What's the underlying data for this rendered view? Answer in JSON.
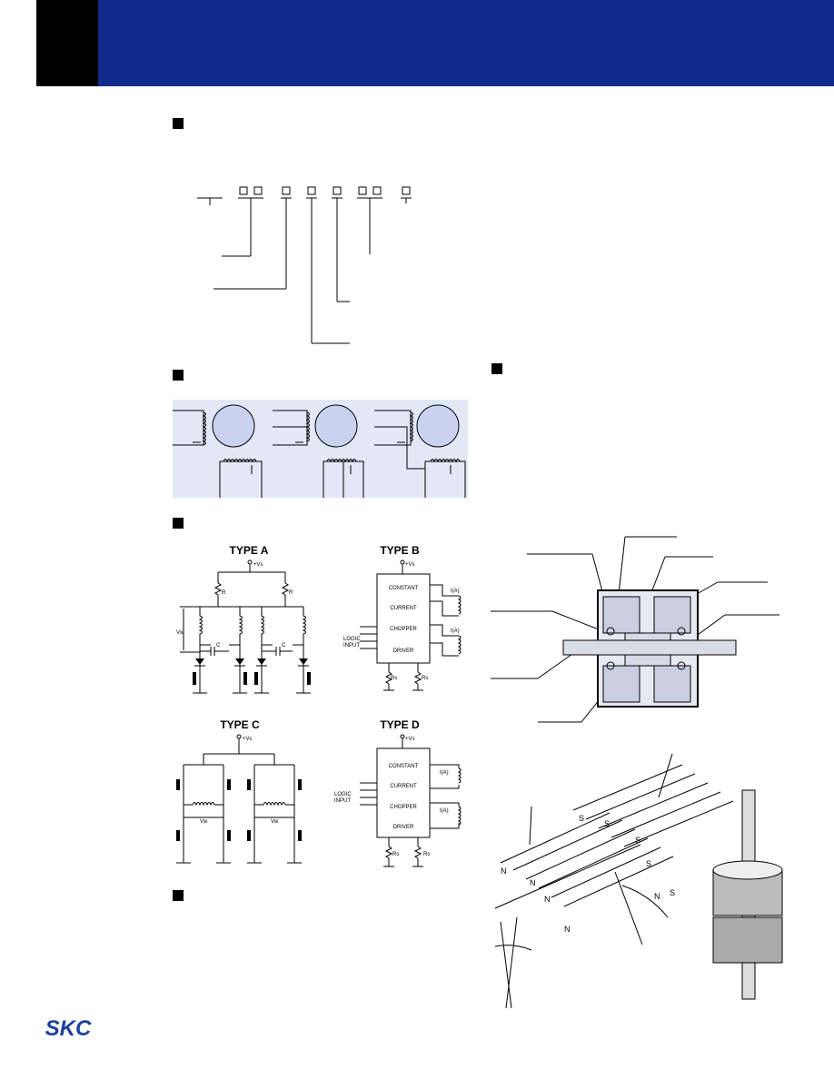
{
  "type_a": {
    "title": "TYPE A",
    "vs": "+Vs",
    "r1": "R",
    "r2": "R",
    "vw": "Vw",
    "c1": "C",
    "c2": "C"
  },
  "type_b": {
    "title": "TYPE B",
    "vs": "+Vs",
    "l1": "CONSTANT",
    "l2": "CURRENT",
    "l3": "CHOPPER",
    "l4": "DRIVER",
    "logic1": "LOGIC",
    "logic2": "INPUT",
    "ia1": "I(A)",
    "ia2": "I(A)",
    "rs1": "Rs",
    "rs2": "Rs"
  },
  "type_c": {
    "title": "TYPE C",
    "vs": "+Vs",
    "vw1": "Vw",
    "vw2": "Vw"
  },
  "type_d": {
    "title": "TYPE D",
    "vs": "+Vs",
    "l1": "CONSTANT",
    "l2": "CURRENT",
    "l3": "CHOPPER",
    "l4": "DRIVER",
    "logic1": "LOGIC",
    "logic2": "INPUT",
    "ia1": "I(A)",
    "ia2": "I(A)",
    "rs1": "Rs",
    "rs2": "Rs"
  },
  "rotor": {
    "s1": "S",
    "s2": "S",
    "s3": "S",
    "s4": "S",
    "n1": "N",
    "n2": "N",
    "n3": "N",
    "n4": "N",
    "n5": "N",
    "s5": "S"
  },
  "logo": {
    "text": "SKC",
    "color": "#1d3fa0"
  },
  "colors": {
    "header": "#0f2a8a",
    "accent": "#000000",
    "motor_fill": "#c9d3f1",
    "panel_fill": "#e3e8f7"
  }
}
